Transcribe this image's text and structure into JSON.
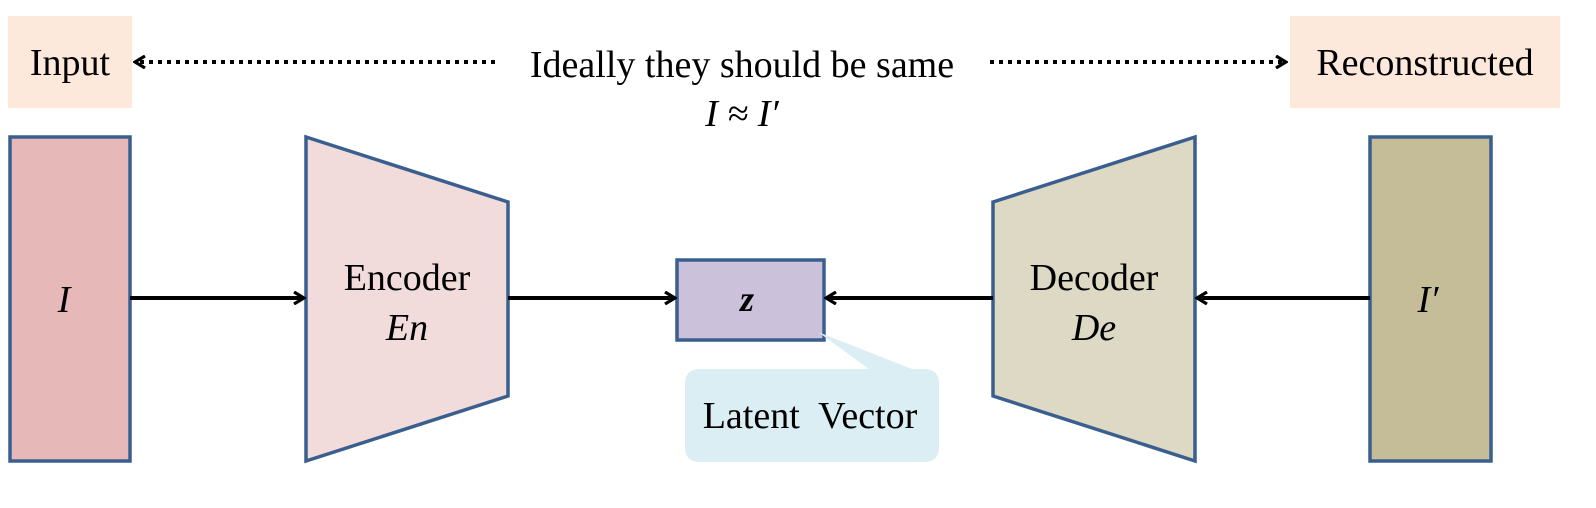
{
  "colors": {
    "input_tag_bg": "#fde8dc",
    "input_block": "#e6b9b8",
    "encoder": "#f2dcdb",
    "latent": "#ccc1da",
    "latent_callout": "#dbeef4",
    "decoder": "#ddd9c4",
    "output_block": "#c4bd97",
    "stroke": "#3a5f8f"
  },
  "labels": {
    "input": "Input",
    "reconstructed": "Reconstructed",
    "ideal_note": "Ideally they should be same",
    "approx_eq": "I ≈ I′",
    "input_symbol": "I",
    "encoder": "Encoder",
    "encoder_symbol": "En",
    "latent_symbol": "z",
    "latent_vector": "Latent  Vector",
    "decoder": "Decoder",
    "decoder_symbol": "De",
    "output_symbol": "I′"
  }
}
